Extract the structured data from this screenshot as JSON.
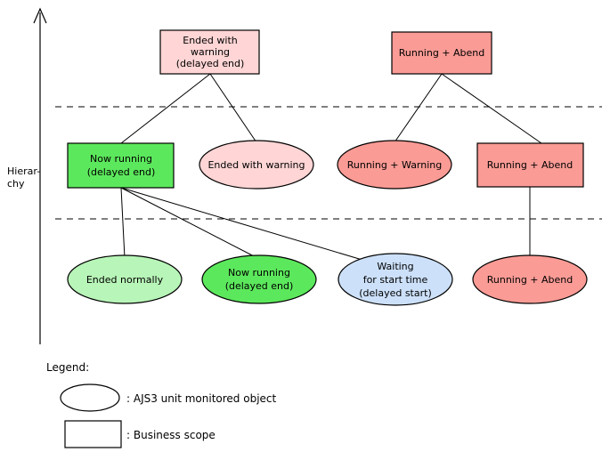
{
  "diagram": {
    "title_axis": {
      "label_line1": "Hierar-",
      "label_line2": "chy"
    },
    "colors": {
      "light_pink": "#FFD5D5",
      "salmon": "#FA9B95",
      "bright_green": "#5CE85C",
      "light_green": "#B8F5B8",
      "light_blue": "#CCE0F9",
      "white": "#FFFFFF",
      "stroke": "#000000"
    },
    "levels": [
      {
        "name": "level-1-top"
      },
      {
        "name": "level-2-middle"
      },
      {
        "name": "level-3-bottom"
      }
    ],
    "nodes": [
      {
        "id": "ended-with-warning-delayed-end",
        "shape": "rect",
        "level": 1,
        "color": "#FFD5D5",
        "lines": [
          "Ended with",
          "warning",
          "(delayed end)"
        ]
      },
      {
        "id": "running-abend-top",
        "shape": "rect",
        "level": 1,
        "color": "#FA9B95",
        "lines": [
          "Running + Abend"
        ]
      },
      {
        "id": "now-running-delayed-end-box",
        "shape": "rect",
        "level": 2,
        "color": "#5CE85C",
        "lines": [
          "Now running",
          "(delayed end)"
        ]
      },
      {
        "id": "ended-with-warning-ellipse",
        "shape": "ellipse",
        "level": 2,
        "color": "#FFD5D5",
        "lines": [
          "Ended with warning"
        ]
      },
      {
        "id": "running-warning-ellipse",
        "shape": "ellipse",
        "level": 2,
        "color": "#FA9B95",
        "lines": [
          "Running + Warning"
        ]
      },
      {
        "id": "running-abend-box-middle",
        "shape": "rect",
        "level": 2,
        "color": "#FA9B95",
        "lines": [
          "Running + Abend"
        ]
      },
      {
        "id": "ended-normally-ellipse",
        "shape": "ellipse",
        "level": 3,
        "color": "#B8F5B8",
        "lines": [
          "Ended normally"
        ]
      },
      {
        "id": "now-running-delayed-end-ellipse",
        "shape": "ellipse",
        "level": 3,
        "color": "#5CE85C",
        "lines": [
          "Now running",
          "(delayed end)"
        ]
      },
      {
        "id": "waiting-for-start-time-ellipse",
        "shape": "ellipse",
        "level": 3,
        "color": "#CCE0F9",
        "lines": [
          "Waiting",
          "for start time",
          "(delayed start)"
        ]
      },
      {
        "id": "running-abend-ellipse-bottom",
        "shape": "ellipse",
        "level": 3,
        "color": "#FA9B95",
        "lines": [
          "Running + Abend"
        ]
      }
    ],
    "edges": [
      {
        "from": "ended-with-warning-delayed-end",
        "to": "now-running-delayed-end-box"
      },
      {
        "from": "ended-with-warning-delayed-end",
        "to": "ended-with-warning-ellipse"
      },
      {
        "from": "running-abend-top",
        "to": "running-warning-ellipse"
      },
      {
        "from": "running-abend-top",
        "to": "running-abend-box-middle"
      },
      {
        "from": "now-running-delayed-end-box",
        "to": "ended-normally-ellipse"
      },
      {
        "from": "now-running-delayed-end-box",
        "to": "now-running-delayed-end-ellipse"
      },
      {
        "from": "now-running-delayed-end-box",
        "to": "waiting-for-start-time-ellipse"
      },
      {
        "from": "running-abend-box-middle",
        "to": "running-abend-ellipse-bottom"
      }
    ]
  },
  "legend": {
    "title": "Legend:",
    "items": [
      {
        "shape": "ellipse",
        "label": ":  AJS3 unit monitored object"
      },
      {
        "shape": "rect",
        "label": ": Business scope"
      }
    ]
  }
}
